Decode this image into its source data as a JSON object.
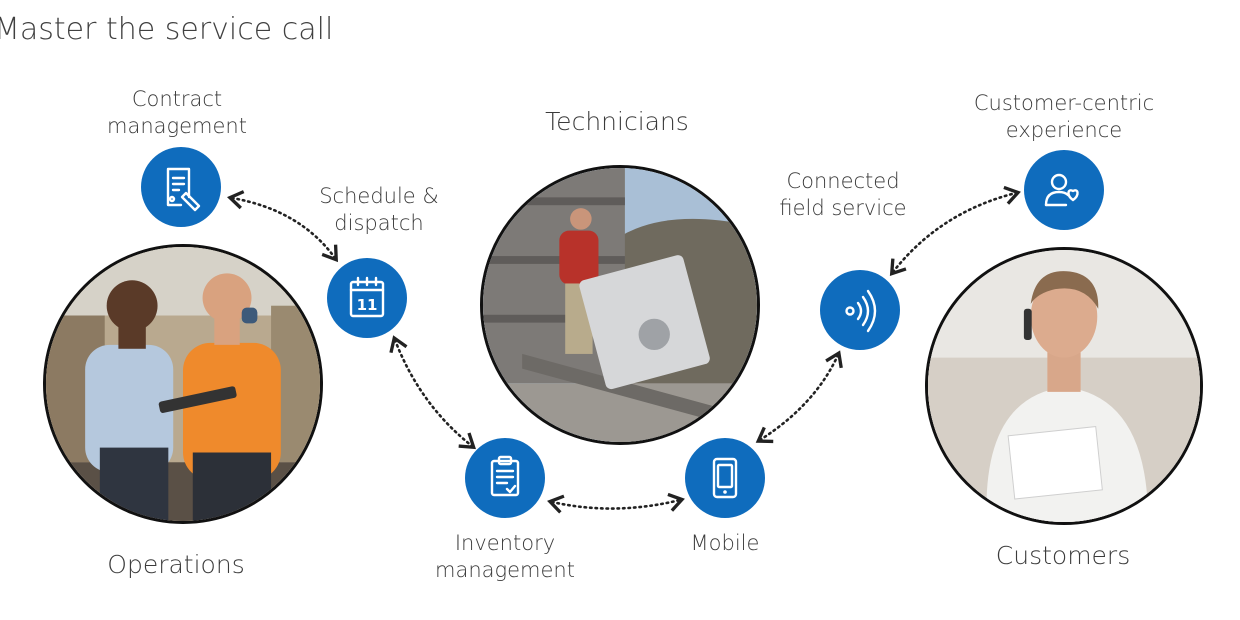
{
  "title": "Master the service call",
  "labels": {
    "contract": [
      "Contract",
      "management"
    ],
    "schedule": [
      "Schedule &",
      "dispatch"
    ],
    "technicians": "Technicians",
    "connected": [
      "Connected",
      "field service"
    ],
    "customer_centric": [
      "Customer-centric",
      "experience"
    ],
    "operations": "Operations",
    "inventory": [
      "Inventory",
      "management"
    ],
    "mobile": "Mobile",
    "customers": "Customers"
  },
  "icons": {
    "contract": "contract-document-icon",
    "schedule": "calendar-icon",
    "connected": "wireless-signal-icon",
    "customer_centric": "person-heart-icon",
    "inventory": "clipboard-icon",
    "mobile": "mobile-phone-icon"
  },
  "calendar_day": "11",
  "colors": {
    "node": "#0f6cbd",
    "connector": "#222222",
    "text": "#3b3b3b"
  }
}
